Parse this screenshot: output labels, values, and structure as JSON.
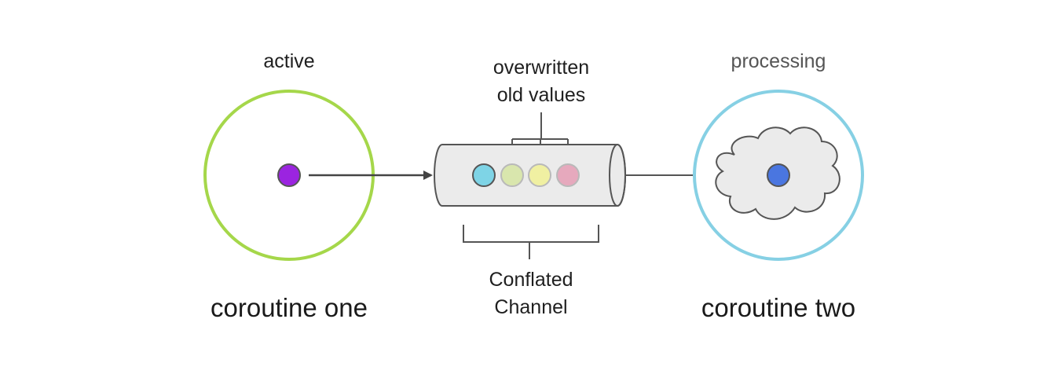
{
  "coroutine_one": {
    "state_label": "active",
    "name": "coroutine one",
    "ring_color": "#a5d74a",
    "dot_color": "#9b24e0"
  },
  "channel": {
    "top_label_line1": "overwritten",
    "top_label_line2": "old values",
    "bottom_label_line1": "Conflated",
    "bottom_label_line2": "Channel",
    "body_color": "#ebebeb",
    "current_value_color": "#7ed4e6",
    "old_value_colors": [
      "#d9e6ad",
      "#f0f0a2",
      "#e6a9bd"
    ]
  },
  "coroutine_two": {
    "state_label": "processing",
    "name": "coroutine two",
    "ring_color": "#86d0e4",
    "cloud_color": "#ebebeb",
    "dot_color": "#4a76e0"
  }
}
